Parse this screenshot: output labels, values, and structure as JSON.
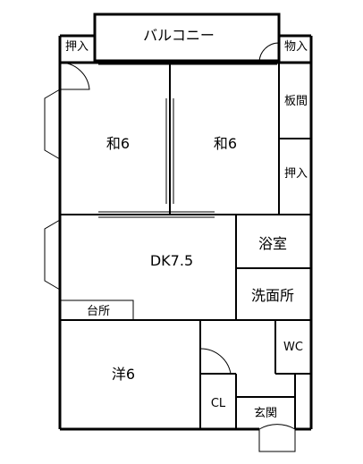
{
  "floorplan": {
    "rooms": {
      "balcony": "バルコニー",
      "oshiire_left": "押入",
      "monoire": "物入",
      "washitsu_left": "和6",
      "washitsu_right": "和6",
      "itama": "板間",
      "oshiire_right": "押入",
      "dk": "DK7.5",
      "bath": "浴室",
      "washroom": "洗面所",
      "kitchen": "台所",
      "yoshitsu": "洋6",
      "wc": "WC",
      "closet": "CL",
      "entrance": "玄関"
    }
  }
}
